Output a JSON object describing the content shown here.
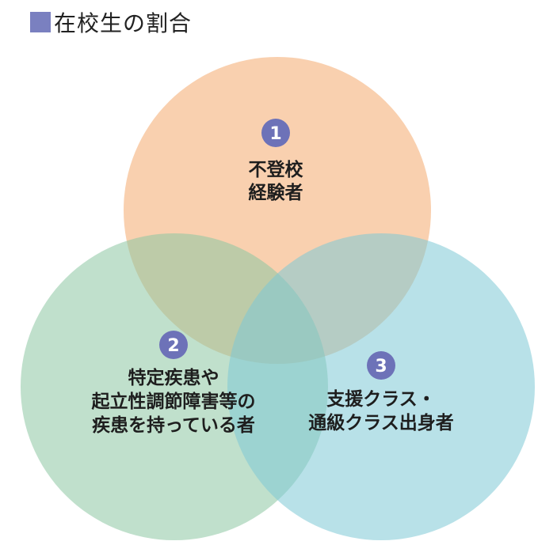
{
  "title": "在校生の割合",
  "colors": {
    "title_square": "#7a80c0",
    "circle_1": "#f4a96e",
    "circle_2": "#8cc7a2",
    "circle_3": "#7ec8d6",
    "number_badge": "#6d72b8"
  },
  "circles": [
    {
      "number": "1",
      "lines": [
        "不登校",
        "経験者"
      ]
    },
    {
      "number": "2",
      "lines": [
        "特定疾患や",
        "起立性調節障害等の",
        "疾患を持っている者"
      ]
    },
    {
      "number": "3",
      "lines": [
        "支援クラス・",
        "通級クラス出身者"
      ]
    }
  ]
}
